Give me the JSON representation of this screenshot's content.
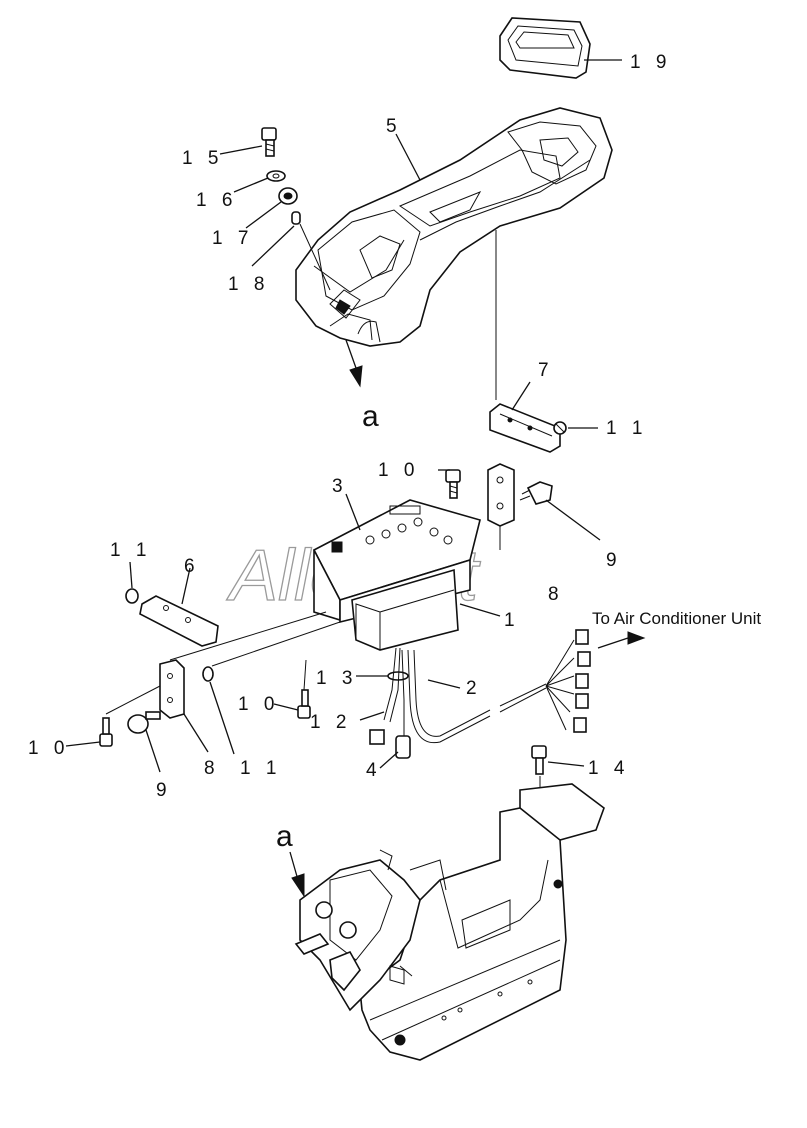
{
  "diagram": {
    "callouts": [
      {
        "id": "c19",
        "text": "1 9"
      },
      {
        "id": "c5",
        "text": "5"
      },
      {
        "id": "c15",
        "text": "1 5"
      },
      {
        "id": "c16",
        "text": "1 6"
      },
      {
        "id": "c17",
        "text": "1 7"
      },
      {
        "id": "c18",
        "text": "1 8"
      },
      {
        "id": "c7",
        "text": "7"
      },
      {
        "id": "c11a",
        "text": "1 1"
      },
      {
        "id": "c10a",
        "text": "1 0"
      },
      {
        "id": "c3",
        "text": "3"
      },
      {
        "id": "c9a",
        "text": "9"
      },
      {
        "id": "c8a",
        "text": "8"
      },
      {
        "id": "c1",
        "text": "1"
      },
      {
        "id": "c11b",
        "text": "1 1"
      },
      {
        "id": "c6",
        "text": "6"
      },
      {
        "id": "c13",
        "text": "1 3"
      },
      {
        "id": "c2",
        "text": "2"
      },
      {
        "id": "c10b",
        "text": "1 0"
      },
      {
        "id": "c12",
        "text": "1 2"
      },
      {
        "id": "c10c",
        "text": "1 0"
      },
      {
        "id": "c4",
        "text": "4"
      },
      {
        "id": "c9b",
        "text": "9"
      },
      {
        "id": "c8b",
        "text": "8"
      },
      {
        "id": "c11c",
        "text": "1 1"
      },
      {
        "id": "c14",
        "text": "1 4"
      }
    ],
    "view_marks": [
      {
        "id": "a_top",
        "text": "a"
      },
      {
        "id": "a_bottom",
        "text": "a"
      }
    ],
    "note": "To Air Conditioner Unit",
    "watermark": "AlloSoft"
  }
}
